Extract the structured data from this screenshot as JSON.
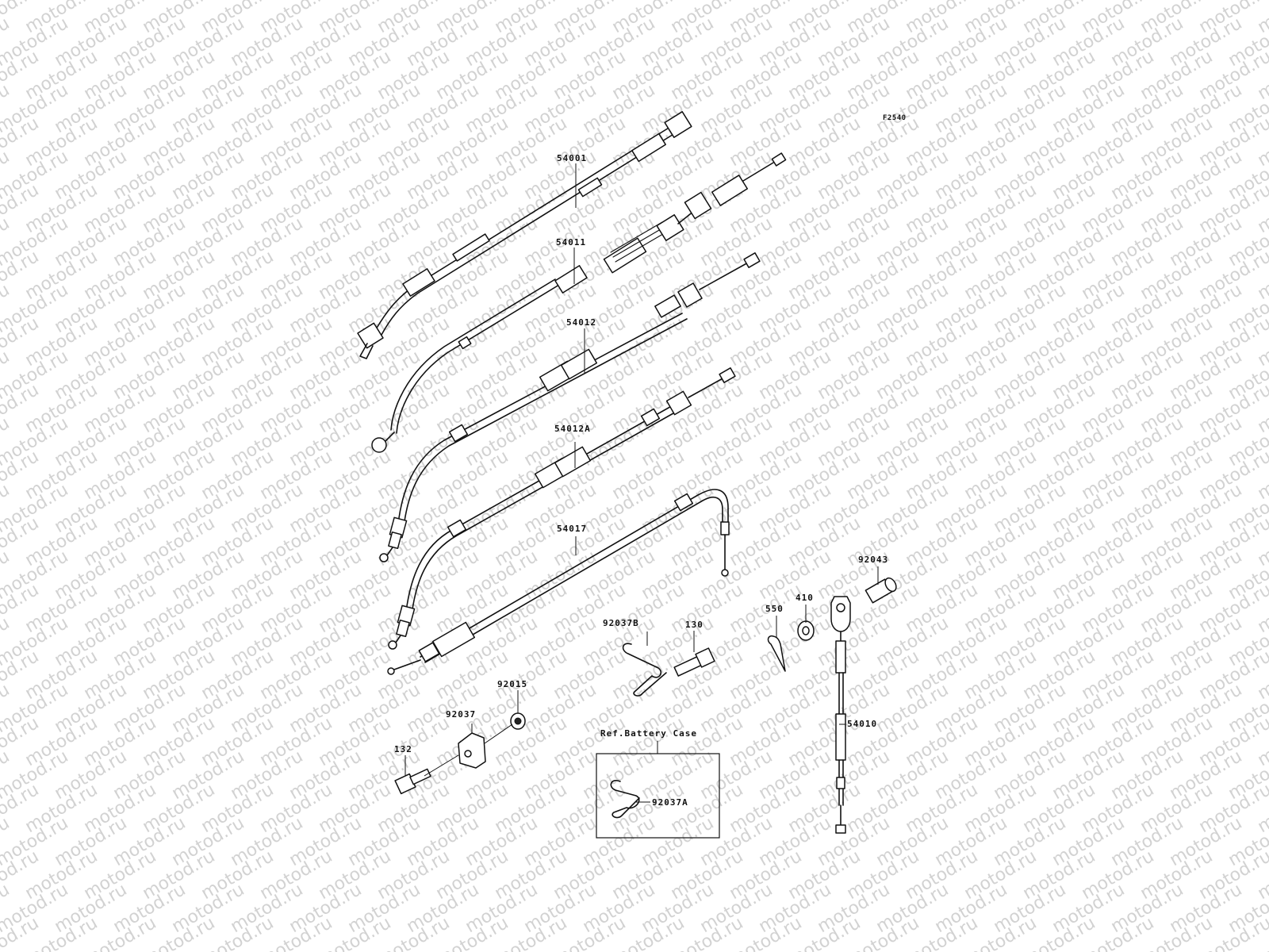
{
  "diagram": {
    "figure_code": "F2540",
    "watermark": "motod.ru",
    "callouts": [
      {
        "id": "54001",
        "text": "54001"
      },
      {
        "id": "54011",
        "text": "54011"
      },
      {
        "id": "54012",
        "text": "54012"
      },
      {
        "id": "54012A",
        "text": "54012A"
      },
      {
        "id": "54017",
        "text": "54017"
      },
      {
        "id": "92043",
        "text": "92043"
      },
      {
        "id": "550",
        "text": "550"
      },
      {
        "id": "410",
        "text": "410"
      },
      {
        "id": "92037B",
        "text": "92037B"
      },
      {
        "id": "130",
        "text": "130"
      },
      {
        "id": "92015",
        "text": "92015"
      },
      {
        "id": "92037",
        "text": "92037"
      },
      {
        "id": "132",
        "text": "132"
      },
      {
        "id": "54010",
        "text": "54010"
      },
      {
        "id": "92037A",
        "text": "92037A"
      }
    ],
    "reference_box": {
      "title": "Ref.Battery Case"
    }
  }
}
